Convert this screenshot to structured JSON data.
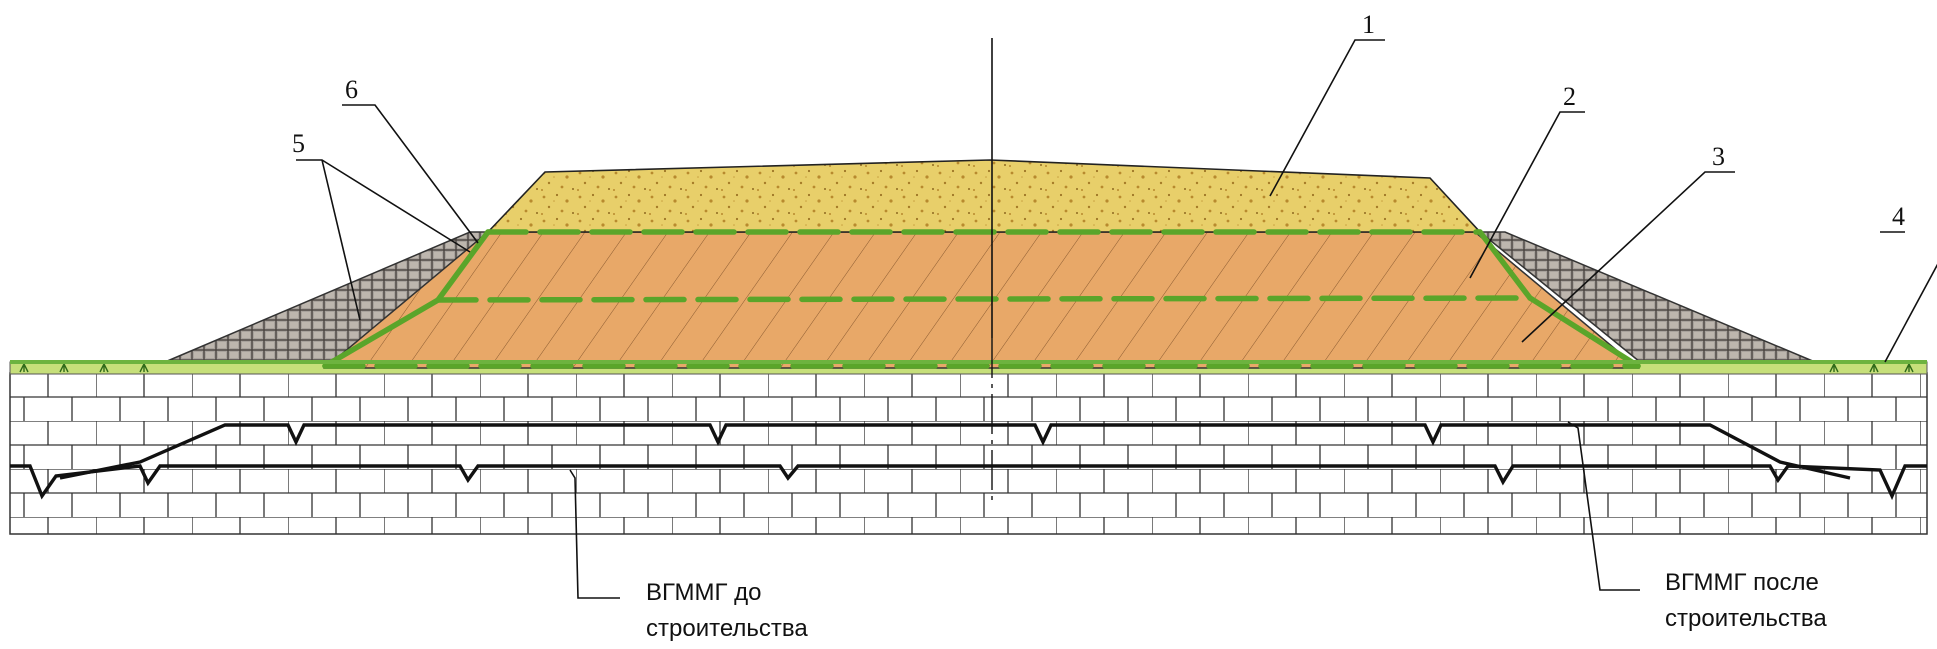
{
  "callouts": [
    {
      "id": "1",
      "label": "1"
    },
    {
      "id": "2",
      "label": "2"
    },
    {
      "id": "3",
      "label": "3"
    },
    {
      "id": "4",
      "label": "4"
    },
    {
      "id": "5",
      "label": "5"
    },
    {
      "id": "6",
      "label": "6"
    }
  ],
  "notes": {
    "before": {
      "line1": "ВГММГ до",
      "line2": "строительства"
    },
    "after": {
      "line1": "ВГММГ после",
      "line2": "строительства"
    }
  },
  "colors": {
    "sand_fill": "#e8cf6a",
    "sand_speckle": "#b88a2e",
    "core_fill": "#e8a868",
    "core_hatch": "#8a5a30",
    "geotextile": "#5aa52a",
    "rock_fill": "#a09a94",
    "moss_fill": "#c6df7a",
    "permafrost_grid": "#333333",
    "frost_line": "#111111"
  }
}
